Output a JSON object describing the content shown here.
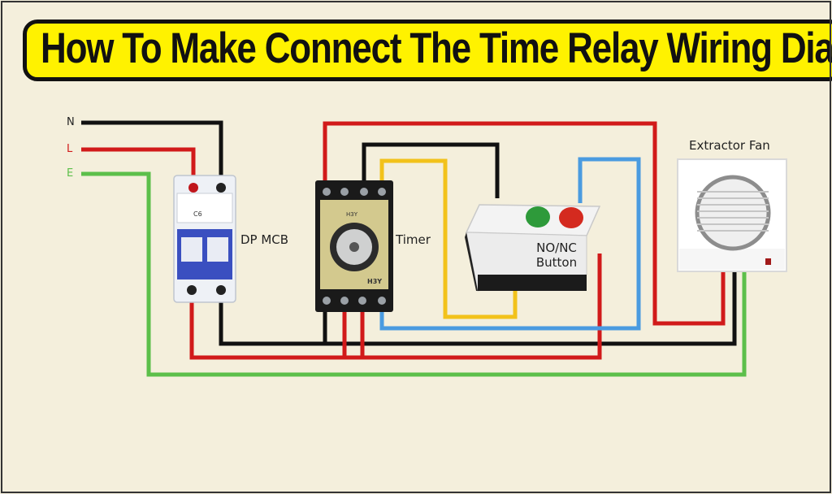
{
  "title": "How To Make Connect The Time Relay Wiring Diagram",
  "wires": {
    "neutral": {
      "label": "N",
      "color": "#111111"
    },
    "live": {
      "label": "L",
      "color": "#d11a1a"
    },
    "earth": {
      "label": "E",
      "color": "#5cbf4a"
    },
    "signal_yellow": "#f2c21b",
    "signal_blue": "#4a9be0"
  },
  "components": {
    "mcb": {
      "label": "DP MCB",
      "marking": "C6"
    },
    "timer": {
      "label": "Timer",
      "top_marking": "H3Y",
      "bottom_marking": "H3Y"
    },
    "button": {
      "label_line1": "NO/NC",
      "label_line2": "Button"
    },
    "fan": {
      "label": "Extractor Fan"
    }
  }
}
